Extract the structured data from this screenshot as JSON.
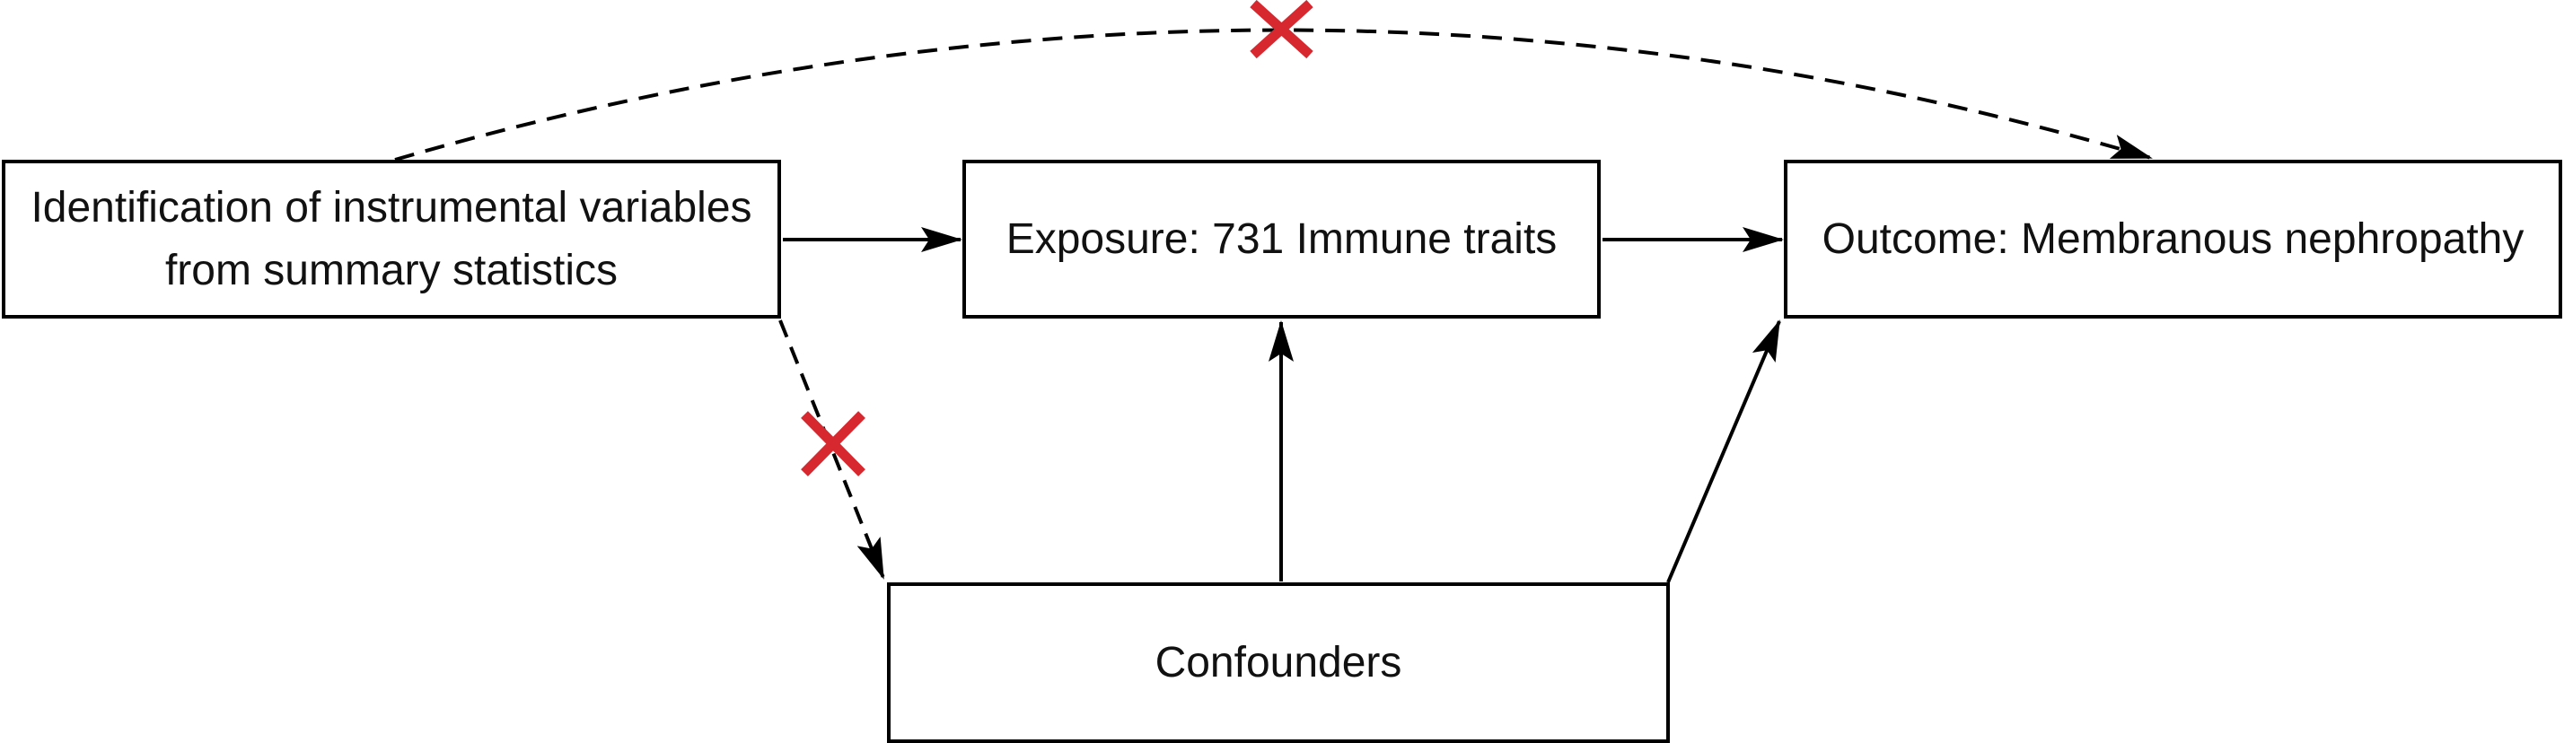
{
  "diagram": {
    "nodes": {
      "iv": {
        "line1": "Identification of instrumental variables",
        "line2": "from summary statistics"
      },
      "exposure": {
        "label": "Exposure: 731 Immune traits"
      },
      "outcome": {
        "label": "Outcome: Membranous nephropathy"
      },
      "confounders": {
        "label": "Confounders"
      }
    },
    "edges": [
      {
        "from": "iv",
        "to": "exposure",
        "style": "solid",
        "crossed": false
      },
      {
        "from": "exposure",
        "to": "outcome",
        "style": "solid",
        "crossed": false
      },
      {
        "from": "confounders",
        "to": "exposure",
        "style": "solid",
        "crossed": false
      },
      {
        "from": "confounders",
        "to": "outcome",
        "style": "solid",
        "crossed": false
      },
      {
        "from": "iv",
        "to": "confounders",
        "style": "dashed",
        "crossed": true
      },
      {
        "from": "iv",
        "to": "outcome",
        "style": "dashed-curve",
        "crossed": true
      }
    ],
    "colors": {
      "line": "#000000",
      "cross": "#d7282f",
      "text": "#111111",
      "background": "#ffffff"
    }
  }
}
